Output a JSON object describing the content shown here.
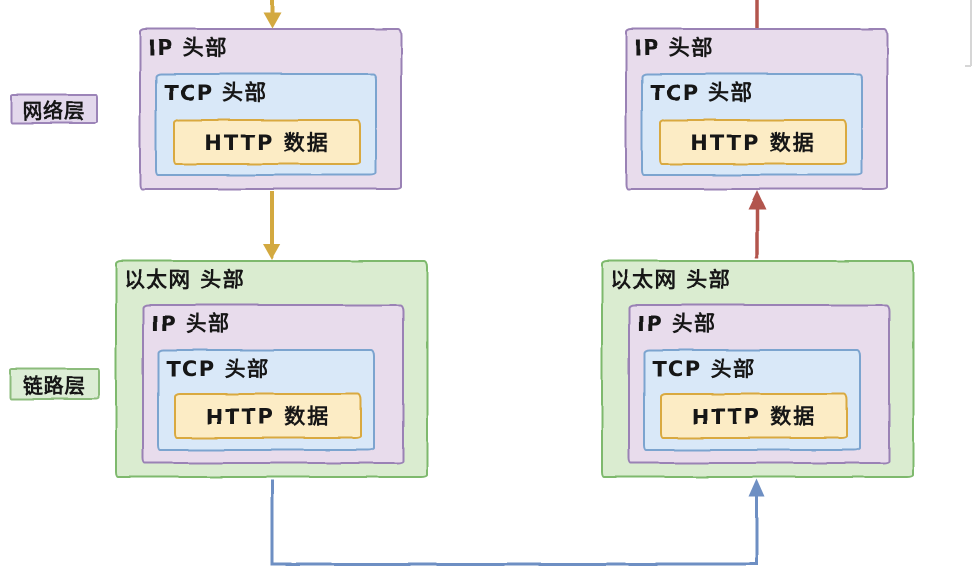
{
  "texts": {
    "ethernet_header": "以太网 头部",
    "ip_header": "IP 头部",
    "tcp_header": "TCP 头部",
    "http_data": "HTTP 数据"
  },
  "layer_labels": {
    "network": "网络层",
    "link": "链路层"
  },
  "colors": {
    "purple_fill": "#e8dcec",
    "purple_border": "#9a82b5",
    "blue_fill": "#d9e8f8",
    "blue_border": "#7ca4cf",
    "orange_fill": "#fcecc5",
    "orange_border": "#d9a93f",
    "green_fill": "#daecd0",
    "green_border": "#7eb96d",
    "send_arrow": "#d3a93f",
    "receive_arrow": "#b2544d",
    "transmission_line": "#6e8fc3",
    "text": "#151515"
  }
}
